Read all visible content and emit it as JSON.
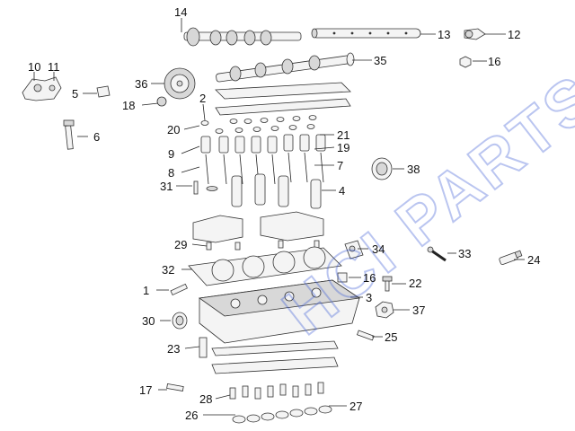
{
  "watermark": "HCI PARTS",
  "callouts": [
    {
      "id": "p1",
      "label": "1"
    },
    {
      "id": "p2",
      "label": "2"
    },
    {
      "id": "p3",
      "label": "3"
    },
    {
      "id": "p4",
      "label": "4"
    },
    {
      "id": "p5",
      "label": "5"
    },
    {
      "id": "p6",
      "label": "6"
    },
    {
      "id": "p7",
      "label": "7"
    },
    {
      "id": "p8",
      "label": "8"
    },
    {
      "id": "p9",
      "label": "9"
    },
    {
      "id": "p10",
      "label": "10"
    },
    {
      "id": "p11",
      "label": "11"
    },
    {
      "id": "p12",
      "label": "12"
    },
    {
      "id": "p13",
      "label": "13"
    },
    {
      "id": "p14",
      "label": "14"
    },
    {
      "id": "p16",
      "label": "16"
    },
    {
      "id": "p17",
      "label": "17"
    },
    {
      "id": "p18",
      "label": "18"
    },
    {
      "id": "p19",
      "label": "19"
    },
    {
      "id": "p20",
      "label": "20"
    },
    {
      "id": "p21",
      "label": "21"
    },
    {
      "id": "p22",
      "label": "22"
    },
    {
      "id": "p23",
      "label": "23"
    },
    {
      "id": "p24",
      "label": "24"
    },
    {
      "id": "p25",
      "label": "25"
    },
    {
      "id": "p26",
      "label": "26"
    },
    {
      "id": "p27",
      "label": "27"
    },
    {
      "id": "p28",
      "label": "28"
    },
    {
      "id": "p29",
      "label": "29"
    },
    {
      "id": "p30",
      "label": "30"
    },
    {
      "id": "p31",
      "label": "31"
    },
    {
      "id": "p32",
      "label": "32"
    },
    {
      "id": "p33",
      "label": "33"
    },
    {
      "id": "p34",
      "label": "34"
    },
    {
      "id": "p35",
      "label": "35"
    },
    {
      "id": "p36",
      "label": "36"
    },
    {
      "id": "p37",
      "label": "37"
    },
    {
      "id": "p38",
      "label": "38"
    }
  ]
}
